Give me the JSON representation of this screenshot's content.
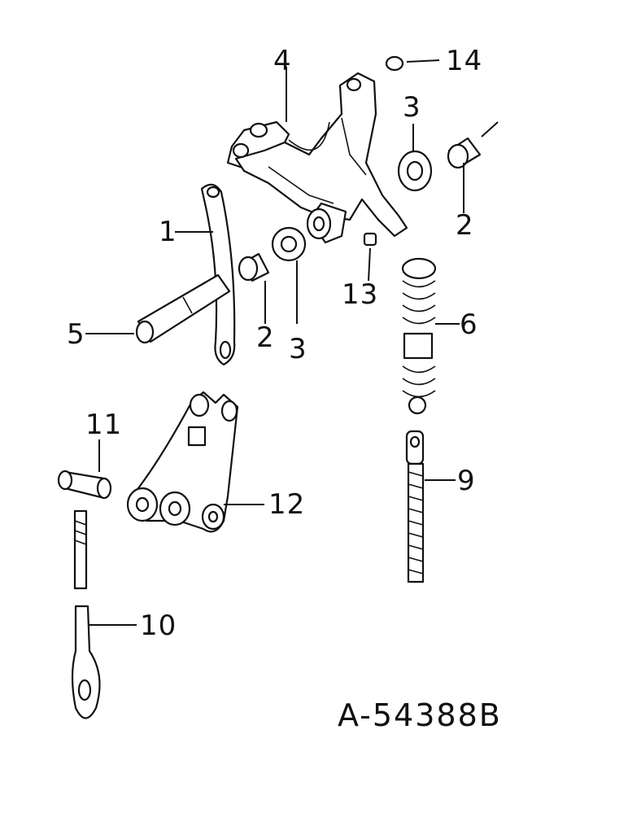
{
  "drawing_code": "A-54388B",
  "callouts": {
    "c1": "1",
    "c2a": "2",
    "c2b": "2",
    "c3a": "3",
    "c3b": "3",
    "c4": "4",
    "c5": "5",
    "c6": "6",
    "c9": "9",
    "c10": "10",
    "c11": "11",
    "c12": "12",
    "c13": "13",
    "c14": "14"
  }
}
